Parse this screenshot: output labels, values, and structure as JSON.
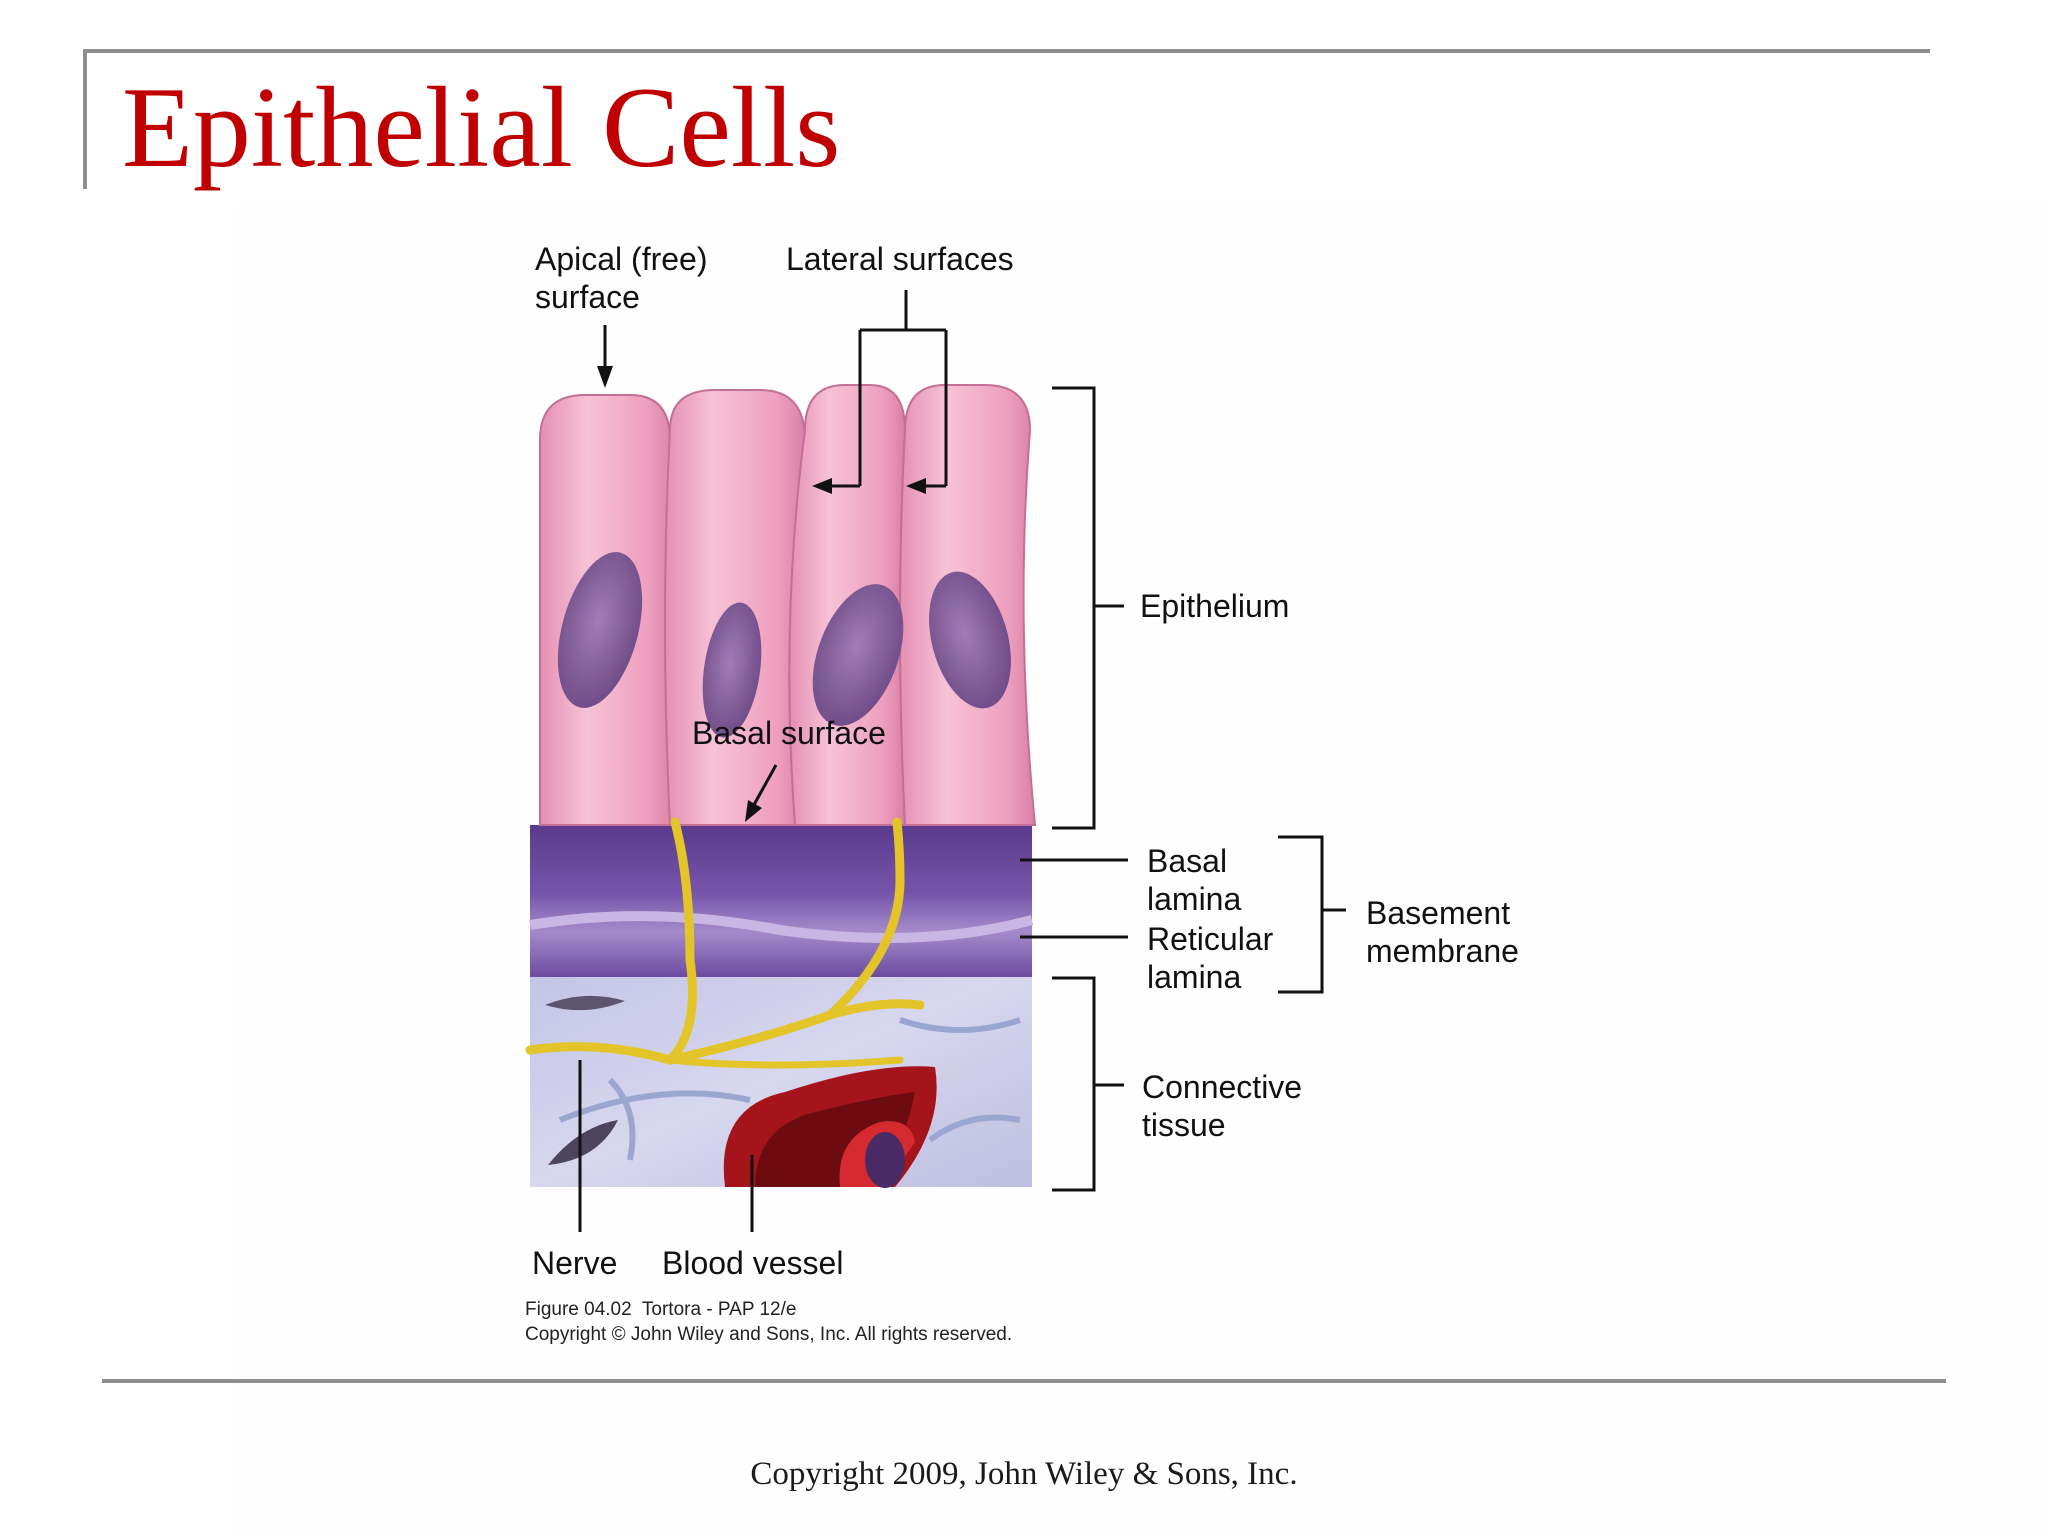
{
  "slide": {
    "title": "Epithelial Cells",
    "footer": "Copyright 2009, John Wiley & Sons, Inc."
  },
  "figure": {
    "labels": {
      "apical_line1": "Apical (free)",
      "apical_line2": "surface",
      "lateral": "Lateral surfaces",
      "basal_surface": "Basal surface",
      "epithelium": "Epithelium",
      "basal_lamina_line1": "Basal",
      "basal_lamina_line2": "lamina",
      "reticular_lamina_line1": "Reticular",
      "reticular_lamina_line2": "lamina",
      "basement_line1": "Basement",
      "basement_line2": "membrane",
      "connective_line1": "Connective",
      "connective_line2": "tissue",
      "nerve": "Nerve",
      "blood_vessel": "Blood vessel"
    },
    "caption_line1": "Figure 04.02  Tortora - PAP 12/e",
    "caption_line2": "Copyright © John Wiley and Sons, Inc. All rights reserved."
  },
  "colors": {
    "title": "#c00000",
    "cell": "#ef9fbf",
    "nucleus": "#8a5f9e",
    "basement": "#6e4aa0",
    "connective": "#c9c9e6",
    "nerve": "#e3c52a",
    "blood": "#a5141a"
  }
}
